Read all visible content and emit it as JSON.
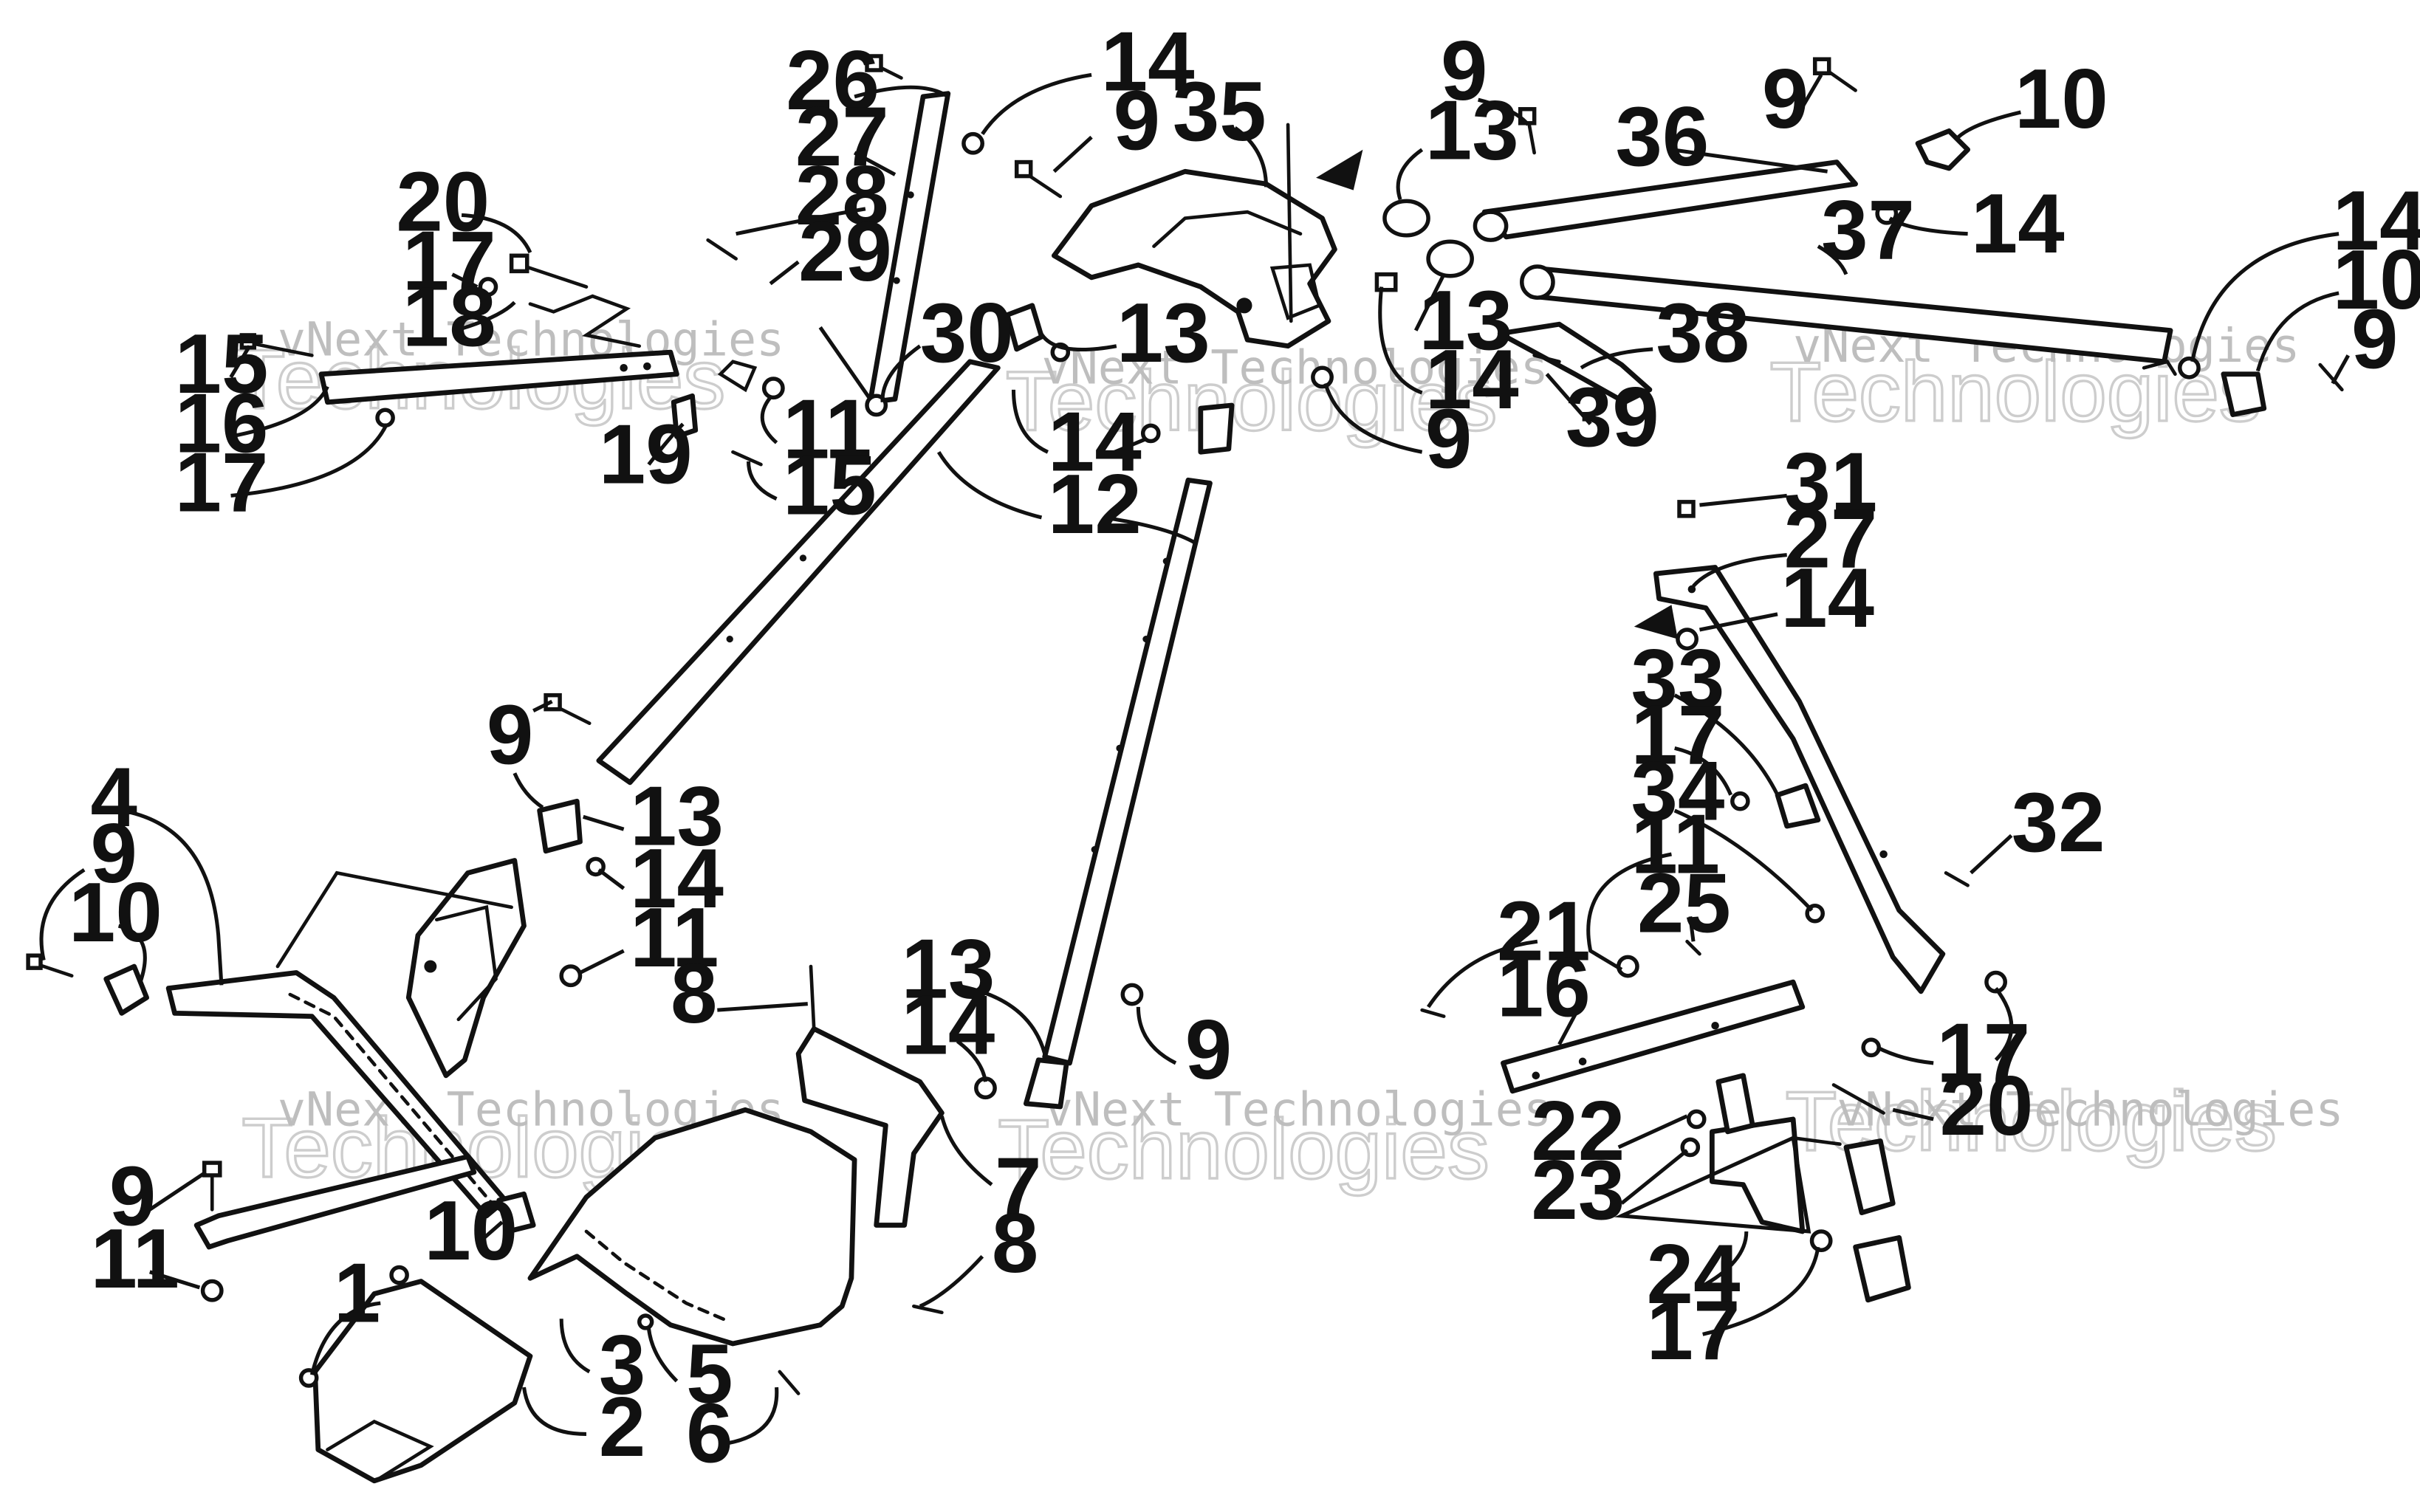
{
  "diagram": {
    "watermark": {
      "line1": "vNext Technologies",
      "line2": "Technologies"
    },
    "callouts": {
      "c1": "1",
      "c2": "2",
      "c3": "3",
      "c4": "4",
      "c5": "5",
      "c6": "6",
      "c7": "7",
      "c8a": "8",
      "c8b": "8",
      "c9a": "9",
      "c9b": "9",
      "c9c": "9",
      "c9d": "9",
      "c9e": "9",
      "c9f": "9",
      "c9g": "9",
      "c9h": "9",
      "c9i": "9",
      "c10a": "10",
      "c10b": "10",
      "c10c": "10",
      "c10d": "10",
      "c11a": "11",
      "c11b": "11",
      "c11c": "11",
      "c11d": "11",
      "c12": "12",
      "c13a": "13",
      "c13b": "13",
      "c13c": "13",
      "c13d": "13",
      "c13e": "13",
      "c14a": "14",
      "c14b": "14",
      "c14c": "14",
      "c14d": "14",
      "c14e": "14",
      "c14f": "14",
      "c14g": "14",
      "c14h": "14",
      "c15a": "15",
      "c15b": "15",
      "c16a": "16",
      "c16b": "16",
      "c17a": "17",
      "c17b": "17",
      "c17c": "17",
      "c17d": "17",
      "c17e": "17",
      "c18": "18",
      "c19": "19",
      "c20a": "20",
      "c20b": "20",
      "c21": "21",
      "c22": "22",
      "c23": "23",
      "c24": "24",
      "c25": "25",
      "c26": "26",
      "c27a": "27",
      "c27b": "27",
      "c28": "28",
      "c29": "29",
      "c30": "30",
      "c31": "31",
      "c32": "32",
      "c33": "33",
      "c34": "34",
      "c35": "35",
      "c36": "36",
      "c37": "37",
      "c38": "38",
      "c39": "39"
    }
  }
}
